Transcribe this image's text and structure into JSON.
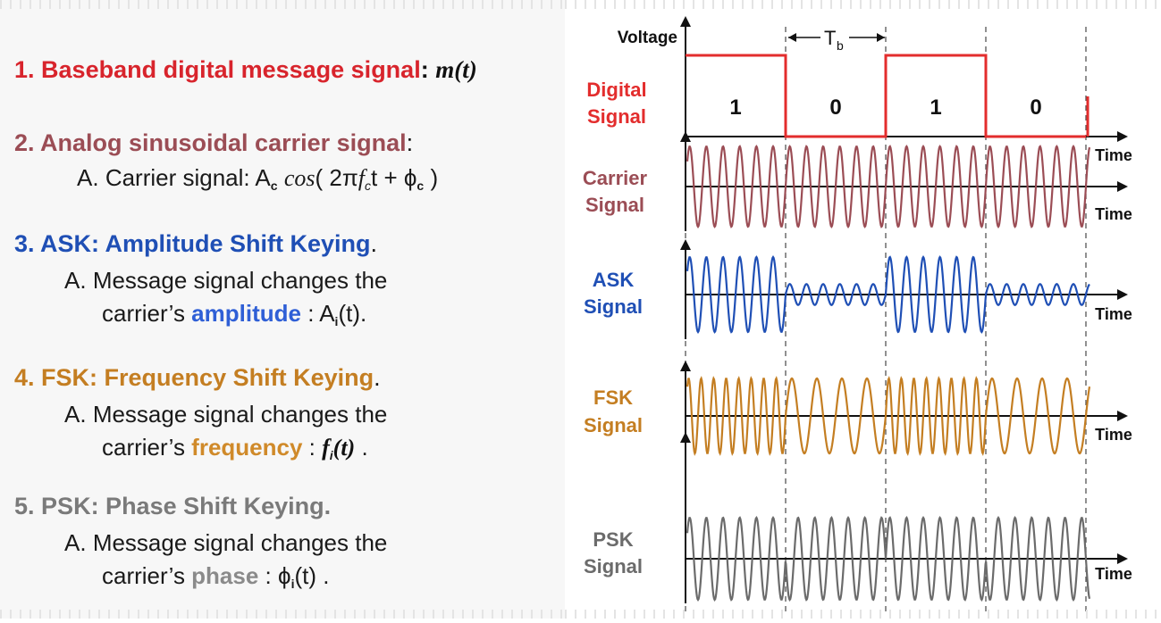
{
  "list": {
    "item1": {
      "number": "1.",
      "label": "Baseband digital message signal",
      "colon": ":",
      "math": "m(t)"
    },
    "item2": {
      "number": "2.",
      "label": "Analog sinusoidal carrier signal",
      "colon": ":",
      "subA_letter": "A.",
      "subA_text": "Carrier signal: A",
      "subA_sub_c": "c",
      "subA_cos": "cos",
      "subA_paren": "( 2π",
      "subA_f": "f",
      "subA_fc_sub": "c",
      "subA_t": "t + ϕ",
      "subA_phi_sub": "c",
      "subA_end": " )"
    },
    "item3": {
      "number": "3.",
      "label": "ASK: Amplitude Shift Keying",
      "period": ".",
      "subA_letter": "A.",
      "line1": "Message signal changes the",
      "line2_pre": "carrier’s ",
      "keyword": "amplitude",
      "line2_post": " : A",
      "sub_i": "i",
      "tail": "(t)."
    },
    "item4": {
      "number": "4.",
      "label": "FSK: Frequency Shift Keying",
      "period": ".",
      "subA_letter": "A.",
      "line1": "Message signal changes the",
      "line2_pre": "carrier’s ",
      "keyword": "frequency",
      "line2_post": " : ",
      "math_f": "f",
      "sub_i": "i",
      "math_t": "(t)",
      "tail": " ."
    },
    "item5": {
      "number": "5.",
      "label": "PSK: Phase Shift Keying.",
      "subA_letter": "A.",
      "line1": "Message signal changes the",
      "line2_pre": "carrier’s ",
      "keyword": "phase",
      "line2_post": " : ϕ",
      "sub_i": "i",
      "tail": "(t) ."
    }
  },
  "diagram": {
    "voltage_label": "Voltage",
    "tb_label": "T",
    "tb_sub": "b",
    "time_label": "Time",
    "bits": [
      "1",
      "0",
      "1",
      "0"
    ],
    "rows": [
      {
        "line1": "Digital",
        "line2": "Signal",
        "color": "#e32d2d"
      },
      {
        "line1": "Carrier",
        "line2": "Signal",
        "color": "#9b4d55"
      },
      {
        "line1": "ASK",
        "line2": "Signal",
        "color": "#1f4fb5"
      },
      {
        "line1": "FSK",
        "line2": "Signal",
        "color": "#c47e22"
      },
      {
        "line1": "PSK",
        "line2": "Signal",
        "color": "#6b6b6b"
      }
    ],
    "ask_amplitude_ratio": 0.28,
    "fsk_low_freq_cycles_per_bit": 4,
    "fsk_high_freq_cycles_per_bit": 8,
    "carrier_cycles_per_bit": 6
  }
}
